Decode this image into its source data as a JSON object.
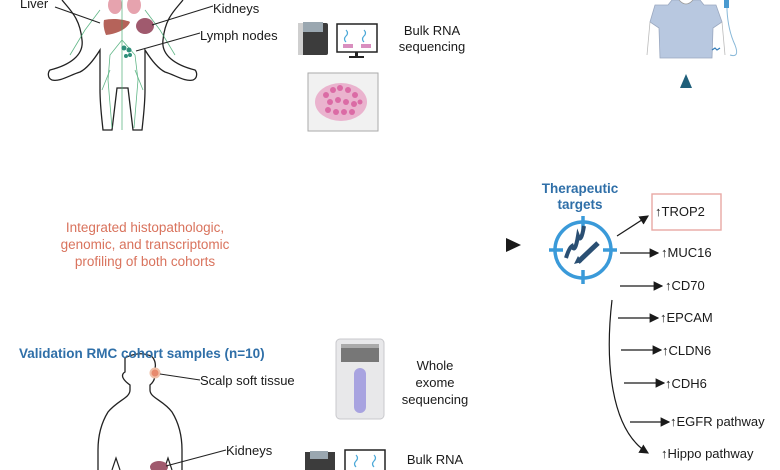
{
  "top_cohort": {
    "organ_labels": {
      "liver": "Liver",
      "kidneys": "Kidneys",
      "lymph_nodes": "Lymph nodes"
    },
    "assays": [
      {
        "name": "bulk-rna-sequencing",
        "label_line1": "Bulk RNA",
        "label_line2": "sequencing"
      }
    ],
    "histology_slide": "H&E tissue image"
  },
  "middle": {
    "profiling_text_line1": "Integrated histopathologic,",
    "profiling_text_line2": "genomic, and transcriptomic",
    "profiling_text_line3": "profiling of both cohorts"
  },
  "therapeutic": {
    "title_line1": "Therapeutic",
    "title_line2": "targets",
    "targets": [
      {
        "label": "↑TROP2",
        "highlighted": true
      },
      {
        "label": "↑MUC16",
        "highlighted": false
      },
      {
        "label": "↑CD70",
        "highlighted": false
      },
      {
        "label": "↑EPCAM",
        "highlighted": false
      },
      {
        "label": "↑CLDN6",
        "highlighted": false
      },
      {
        "label": "↑CDH6",
        "highlighted": false
      },
      {
        "label": "↑EGFR pathway",
        "highlighted": false
      },
      {
        "label": "↑Hippo pathway",
        "highlighted": false
      }
    ]
  },
  "validation_cohort": {
    "title": "Validation RMC cohort samples (n=10)",
    "organ_labels": {
      "scalp": "Scalp soft tissue",
      "kidneys": "Kidneys"
    },
    "assays": [
      {
        "name": "whole-exome-sequencing",
        "label_line1": "Whole",
        "label_line2": "exome",
        "label_line3": "sequencing"
      },
      {
        "name": "bulk-rna-sequencing",
        "label_line1": "Bulk RNA"
      }
    ]
  },
  "colors": {
    "accent_blue": "#2f6fa8",
    "target_icon_blue": "#3a9ad9",
    "arrow_teal": "#1f5f7a",
    "profiling_orange": "#d9735d",
    "trop2_box": "#e8a9a4",
    "lymph_green": "#3aa56a",
    "liver": "#b5635a",
    "kidney": "#a05a6e",
    "shirt": "#b8c8e0"
  }
}
